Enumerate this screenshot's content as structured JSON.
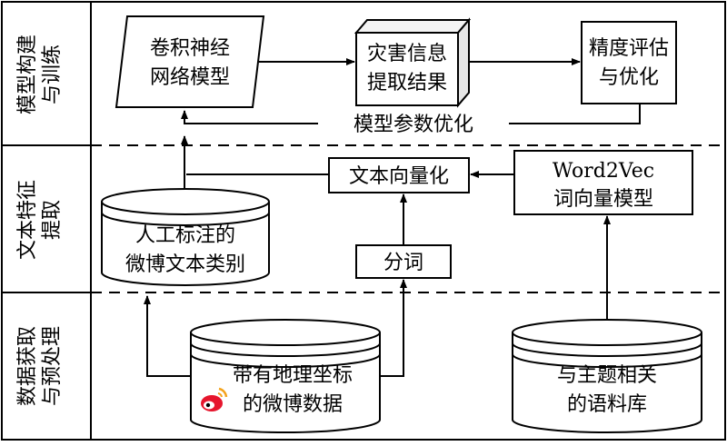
{
  "bands": [
    {
      "id": "model",
      "label_lines": [
        "模型构建",
        "与训练"
      ]
    },
    {
      "id": "feature",
      "label_lines": [
        "文本特征",
        "提取"
      ]
    },
    {
      "id": "data",
      "label_lines": [
        "数据获取",
        "与预处理"
      ]
    }
  ],
  "nodes": {
    "cnn_model": {
      "lines": [
        "卷积神经",
        "网络模型"
      ]
    },
    "disaster_info": {
      "lines": [
        "灾害信息",
        "提取结果"
      ]
    },
    "accuracy": {
      "lines": [
        "精度评估",
        "与优化"
      ]
    },
    "param_opt": {
      "lines": [
        "模型参数优化"
      ]
    },
    "vectorize": {
      "lines": [
        "文本向量化"
      ]
    },
    "word2vec": {
      "lines": [
        "Word2Vec",
        "词向量模型"
      ]
    },
    "labeled_categories": {
      "lines": [
        "人工标注的",
        "微博文本类别"
      ]
    },
    "segmentation": {
      "lines": [
        "分词"
      ]
    },
    "geo_weibo": {
      "lines": [
        "带有地理坐标",
        "的微博数据"
      ]
    },
    "corpus": {
      "lines": [
        "与主题相关",
        "的语料库"
      ]
    }
  },
  "icons": {
    "weibo_logo": "weibo-logo-icon"
  },
  "colors": {
    "stroke": "#000000",
    "logo_red": "#e6162d",
    "logo_orange": "#f4a21b",
    "box_side": "#e6e6e6",
    "box_top": "#f4f4f4"
  }
}
